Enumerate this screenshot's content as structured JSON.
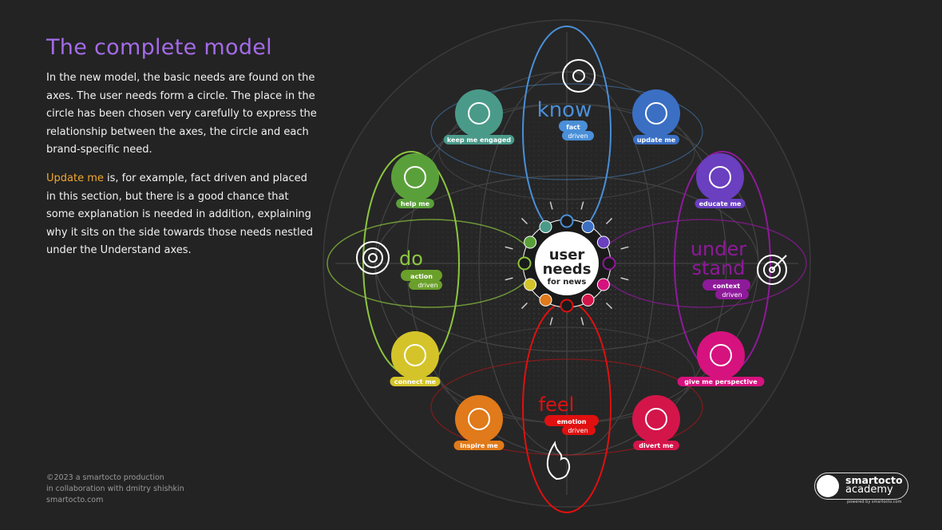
{
  "title": "The complete model",
  "paragraph1": "In the new model, the basic needs are found on the axes. The user needs form a circle. The place in the circle has been chosen very carefully to express the relationship between the axes, the circle and each brand-specific need.",
  "paragraph2": {
    "highlight": "Update me",
    "rest": " is, for example, fact driven and placed in this section, but there is a good chance that some explanation is needed in addition, explaining why it sits on the side towards those needs nestled under the Understand axes.",
    "highlight_color": "#f0a830"
  },
  "footer": [
    "©2023 a smartocto production",
    "in collaboration with dmitry shishkin",
    "smartocto.com"
  ],
  "logo": {
    "line1": "smartocto",
    "line2": "academy",
    "tagline": "powered by smartocto.com"
  },
  "center": {
    "line1": "user",
    "line2": "needs",
    "line3": "for news"
  },
  "axes": {
    "know": {
      "word": "know",
      "driver": "fact",
      "driven": "driven",
      "color": "#4a8fd8"
    },
    "do": {
      "word": "do",
      "driver": "action",
      "driven": "driven",
      "color": "#8cc63f"
    },
    "understand": {
      "word1": "under",
      "word2": "stand",
      "driver": "context",
      "driven": "driven",
      "color": "#8e1a9a"
    },
    "feel": {
      "word": "feel",
      "driver": "emotion",
      "driven": "driven",
      "color": "#e01010"
    }
  },
  "needs": [
    {
      "label": "keep me engaged",
      "color": "#4a9a8a",
      "icon": "chat-bubbles-icon"
    },
    {
      "label": "update me",
      "color": "#3a6fc4",
      "icon": "megaphone-icon"
    },
    {
      "label": "educate me",
      "color": "#6a3fc0",
      "icon": "globe-hand-icon"
    },
    {
      "label": "help me",
      "color": "#5aa03a",
      "icon": "lifebuoy-icon"
    },
    {
      "label": "connect me",
      "color": "#d4c42a",
      "icon": "people-network-icon"
    },
    {
      "label": "give me perspective",
      "color": "#d6127e",
      "icon": "microscope-icon"
    },
    {
      "label": "inspire me",
      "color": "#e07a1a",
      "icon": "lightbulb-icon"
    },
    {
      "label": "divert me",
      "color": "#d4154a",
      "icon": "theater-masks-icon"
    }
  ]
}
